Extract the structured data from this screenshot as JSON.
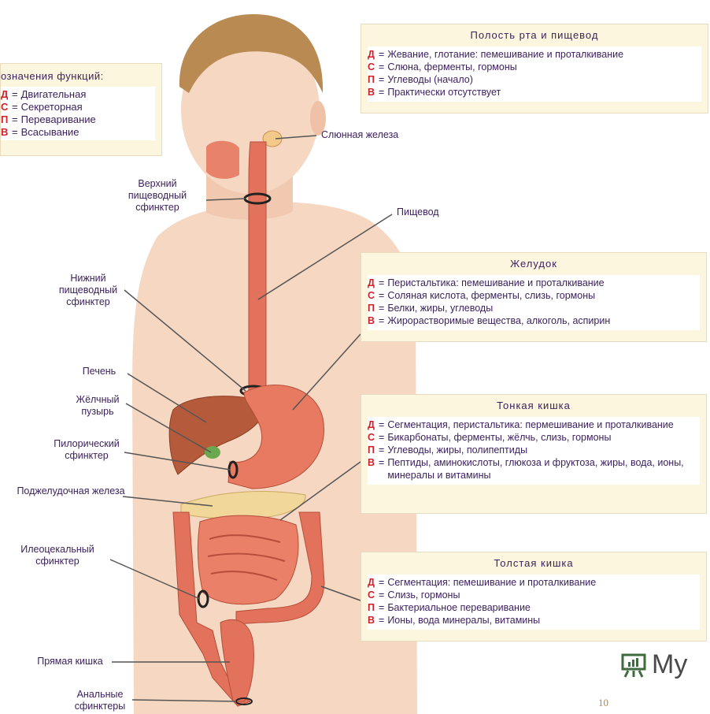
{
  "legend": {
    "title": "бозначения функций:",
    "items": [
      {
        "letter": "Д",
        "text": "Двигательная"
      },
      {
        "letter": "С",
        "text": "Секреторная"
      },
      {
        "letter": "П",
        "text": "Переваривание"
      },
      {
        "letter": "В",
        "text": "Всасывание"
      }
    ]
  },
  "boxes": {
    "mouth": {
      "title": "Полость рта и пищевод",
      "rows": [
        {
          "letter": "Д",
          "text": "Жевание, глотание: пемешивание и проталкивание"
        },
        {
          "letter": "С",
          "text": "Слюна, ферменты, гормоны"
        },
        {
          "letter": "П",
          "text": "Углеводы (начало)"
        },
        {
          "letter": "В",
          "text": "Практически отсутствует"
        }
      ]
    },
    "stomach": {
      "title": "Желудок",
      "rows": [
        {
          "letter": "Д",
          "text": "Перистальтика: пемешивание и проталкивание"
        },
        {
          "letter": "С",
          "text": "Соляная кислота, ферменты, слизь, гормоны"
        },
        {
          "letter": "П",
          "text": "Белки, жиры, углеводы"
        },
        {
          "letter": "В",
          "text": "Жирорастворимые вещества, алкоголь, аспирин"
        }
      ]
    },
    "small": {
      "title": "Тонкая кишка",
      "rows": [
        {
          "letter": "Д",
          "text": "Сегментация, перистальтика: пермешивание и проталкивание"
        },
        {
          "letter": "С",
          "text": "Бикарбонаты, ферменты, жёлчь, слизь, гормоны"
        },
        {
          "letter": "П",
          "text": "Углеводы, жиры, полипептиды"
        },
        {
          "letter": "В",
          "text": "Пептиды, аминокислоты, глюкоза и фруктоза, жиры, вода, ионы, минералы и витамины"
        }
      ]
    },
    "large": {
      "title": "Толстая кишка",
      "rows": [
        {
          "letter": "Д",
          "text": "Сегментация: пемешивание и проталкивание"
        },
        {
          "letter": "С",
          "text": "Слизь, гормоны"
        },
        {
          "letter": "П",
          "text": "Бактериальное переваривание"
        },
        {
          "letter": "В",
          "text": "Ионы, вода минералы, витамины"
        }
      ]
    }
  },
  "labels": {
    "salivary": "Слюнная железа",
    "upper_sphincter": "Верхний пищеводный сфинктер",
    "esophagus": "Пищевод",
    "lower_sphincter": "Нижний пищеводный сфинктер",
    "liver": "Печень",
    "gallbladder": "Жёлчный пузырь",
    "pyloric": "Пилорический сфинктер",
    "pancreas": "Поджелудочная железа",
    "ileocecal": "Илеоцекальный сфинктер",
    "rectum": "Прямая кишка",
    "anal": "Анальные сфинктеры"
  },
  "brand": {
    "text": "My",
    "icon": "presentation-board-icon"
  },
  "page_number": "10",
  "colors": {
    "letter": "#d0202a",
    "text": "#3a1f5c",
    "panel": "#fdf6df",
    "skin": "#f6d7c2",
    "organ": "#e2725b"
  }
}
